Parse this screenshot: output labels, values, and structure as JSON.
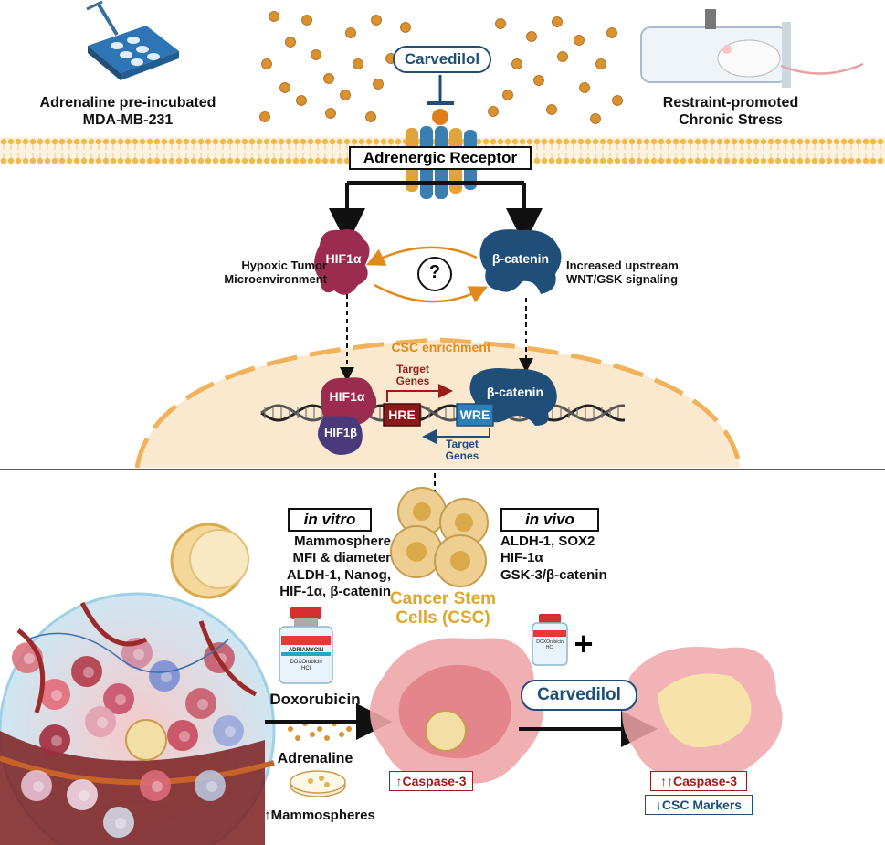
{
  "top": {
    "left_label_line1": "Adrenaline pre-incubated",
    "left_label_line2": "MDA-MB-231",
    "right_label_line1": "Restraint-promoted",
    "right_label_line2": "Chronic Stress",
    "carvedilol": "Carvedilol",
    "receptor": "Adrenergic Receptor"
  },
  "signaling": {
    "hif_left_line1": "Hypoxic Tumor",
    "hif_left_line2": "Microenvironment",
    "hif1a": "HIF1α",
    "question": "?",
    "bcat": "β-catenin",
    "bcat_right_line1": "Increased upstream",
    "bcat_right_line2": "WNT/GSK signaling",
    "csc_enrichment": "CSC enrichment",
    "nuc_hif1a": "HIF1α",
    "nuc_hif1b": "HIF1β",
    "nuc_bcat": "β-catenin",
    "hre": "HRE",
    "wre": "WRE",
    "target_genes_top_1": "Target",
    "target_genes_top_2": "Genes",
    "target_genes_bottom_1": "Target",
    "target_genes_bottom_2": "Genes"
  },
  "bottom": {
    "in_vitro": "in vitro",
    "in_vitro_items": [
      "Mammosphere",
      "MFI & diameter",
      "ALDH-1, Nanog,",
      "HIF-1α, β-catenin"
    ],
    "in_vivo": "in vivo",
    "in_vivo_items": [
      "ALDH-1, SOX2",
      "HIF-1α",
      "GSK-3/β-catenin"
    ],
    "csc_title_line1": "Cancer Stem",
    "csc_title_line2": "Cells (CSC)",
    "vial_brand": "ADRIAMYCIN",
    "vial_drug_line1": "DOXOrubicin",
    "vial_drug_line2": "HCl",
    "vial2_drug_line1": "DOXOrubicin",
    "vial2_drug_line2": "HCl",
    "doxorubicin": "Doxorubicin",
    "adrenaline": "Adrenaline",
    "mammospheres": "↑Mammospheres",
    "plus": "+",
    "carvedilol": "Carvedilol",
    "caspase_single": "↑Caspase-3",
    "caspase_double": "↑↑Caspase-3",
    "csc_markers": "↓CSC Markers"
  },
  "colors": {
    "hif": "#9c2c4f",
    "bcat": "#1f4e79",
    "orange": "#e08a1e",
    "membrane": "#f2b84a",
    "nucleus": "#fbe9cf"
  }
}
